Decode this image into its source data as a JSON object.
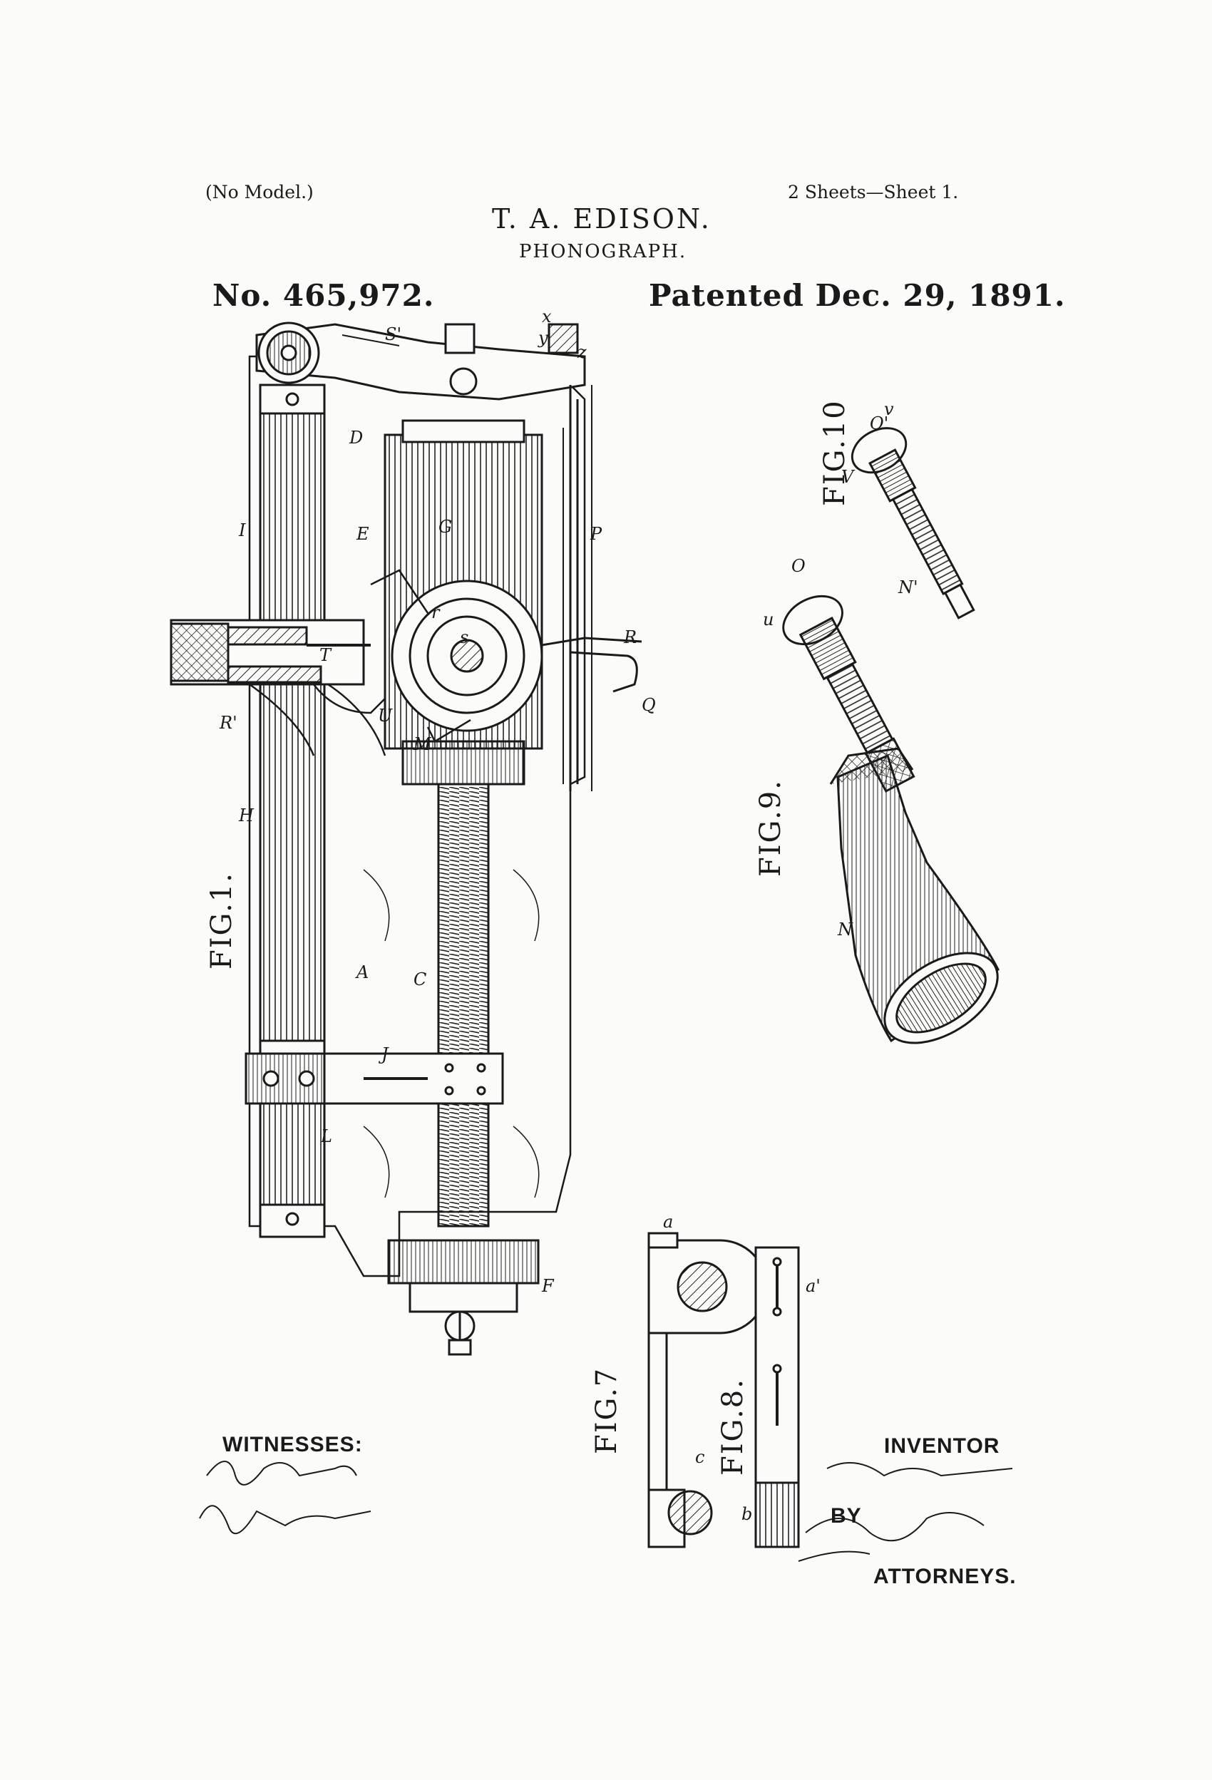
{
  "header": {
    "no_model": "(No Model.)",
    "sheets": "2 Sheets—Sheet 1.",
    "inventor_name": "T. A. EDISON.",
    "title": "PHONOGRAPH.",
    "patent_no": "No. 465,972.",
    "patented_date": "Patented Dec. 29, 1891."
  },
  "figures": {
    "fig1": "FIG.1.",
    "fig7": "FIG.7",
    "fig8": "FIG.8.",
    "fig9": "FIG.9.",
    "fig10": "FIG.10"
  },
  "reference_letters": {
    "A": "A",
    "C": "C",
    "D": "D",
    "E": "E",
    "F": "F",
    "G": "G",
    "H": "H",
    "I": "I",
    "J": "J",
    "L": "L",
    "M": "M",
    "N": "N",
    "N1": "N'",
    "O": "O",
    "O1": "O'",
    "P": "P",
    "Q": "Q",
    "R": "R",
    "R1": "R'",
    "S1": "S'",
    "T": "T",
    "U": "U",
    "V": "V",
    "a": "a",
    "a1": "a'",
    "b": "b",
    "c": "c",
    "r": "r",
    "s": "s",
    "u": "u",
    "v": "v",
    "x": "x",
    "y": "y",
    "z": "z"
  },
  "signatures": {
    "witnesses_label": "WITNESSES:",
    "inventor_label": "INVENTOR",
    "by_label": "BY",
    "attorneys_label": "ATTORNEYS."
  }
}
